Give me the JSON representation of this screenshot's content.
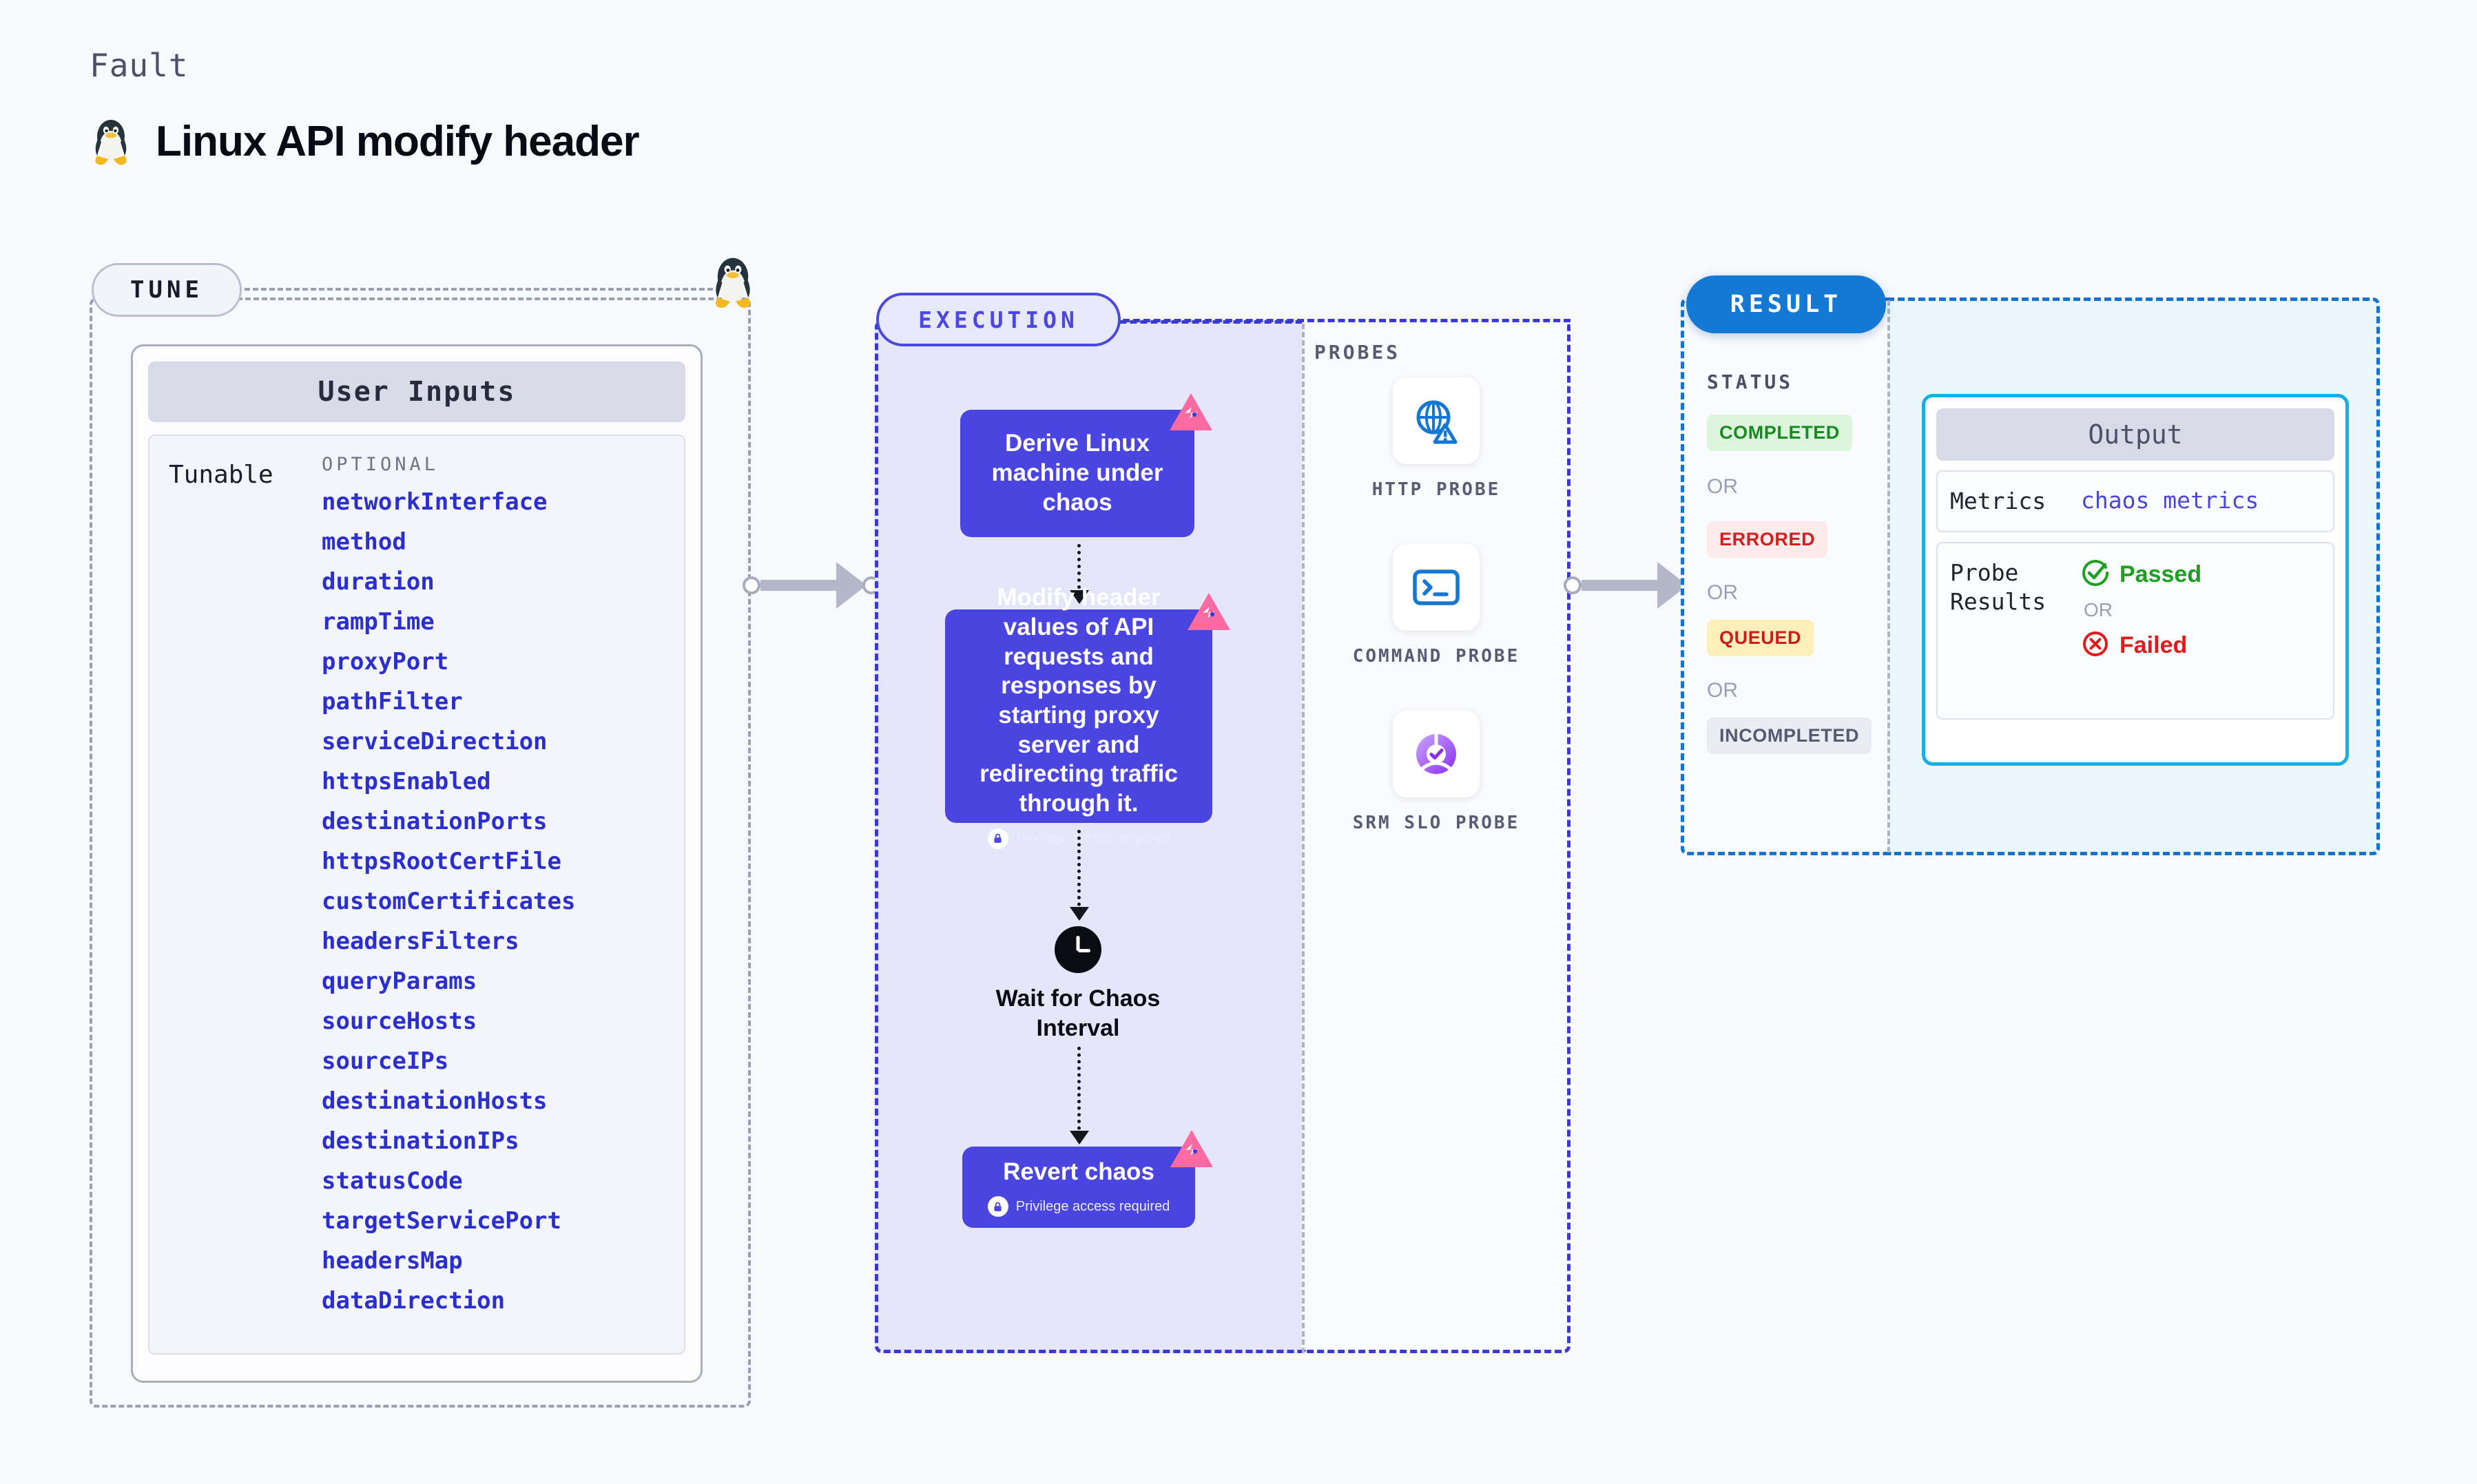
{
  "header": {
    "kicker": "Fault",
    "title": "Linux API modify header",
    "os_icon": "linux-penguin-icon"
  },
  "tune": {
    "pill_label": "TUNE",
    "os_icon": "linux-penguin-icon",
    "card": {
      "title": "User Inputs",
      "group_label": "Tunable",
      "optional_label": "OPTIONAL",
      "params": [
        "networkInterface",
        "method",
        "duration",
        "rampTime",
        "proxyPort",
        "pathFilter",
        "serviceDirection",
        "httpsEnabled",
        "destinationPorts",
        "httpsRootCertFile",
        "customCertificates",
        "headersFilters",
        "queryParams",
        "sourceHosts",
        "sourceIPs",
        "destinationHosts",
        "destinationIPs",
        "statusCode",
        "targetServicePort",
        "headersMap",
        "dataDirection"
      ]
    }
  },
  "execution": {
    "pill_label": "EXECUTION",
    "privilege_note": "Privilege access required",
    "nodes": [
      {
        "id": "derive",
        "title": "Derive Linux machine under chaos",
        "privileged": false,
        "badge": "chaos-badge-icon"
      },
      {
        "id": "modify",
        "title": "Modify header values of API requests and responses by starting proxy server and redirecting traffic through it.",
        "privileged": true,
        "badge": "chaos-badge-icon"
      },
      {
        "id": "revert",
        "title": "Revert chaos",
        "privileged": true,
        "badge": "chaos-badge-icon"
      }
    ],
    "wait": {
      "label": "Wait for Chaos Interval",
      "icon": "clock-icon"
    }
  },
  "probes": {
    "section_label": "PROBES",
    "items": [
      {
        "name": "HTTP PROBE",
        "icon": "globe-warning-icon"
      },
      {
        "name": "COMMAND PROBE",
        "icon": "terminal-icon"
      },
      {
        "name": "SRM SLO PROBE",
        "icon": "slo-donut-check-icon"
      }
    ]
  },
  "result": {
    "pill_label": "RESULT",
    "status_label": "STATUS",
    "or_label": "OR",
    "statuses": [
      {
        "label": "COMPLETED",
        "bg": "#ddf5dd",
        "fg": "#1a8b22"
      },
      {
        "label": "ERRORED",
        "bg": "#fdeaea",
        "fg": "#d41f1f"
      },
      {
        "label": "QUEUED",
        "bg": "#fdeeba",
        "fg": "#c81e1e"
      },
      {
        "label": "INCOMPLETED",
        "bg": "#e9ecf2",
        "fg": "#555a70"
      }
    ],
    "output": {
      "title": "Output",
      "metrics_key": "Metrics",
      "metrics_value": "chaos metrics",
      "probe_results_key": "Probe Results",
      "passed_label": "Passed",
      "failed_label": "Failed",
      "or_label": "OR",
      "passed_color": "#1aa11f",
      "failed_color": "#e01b1b"
    }
  },
  "colors": {
    "background": "#f8f9fc",
    "node_purple": "#4a45e0",
    "execution_fill": "#e6e6fb",
    "execution_border": "#3b39d6",
    "result_border": "#1671d0",
    "result_fill": "#eaf8fd",
    "output_border": "#17aee6",
    "param_blue": "#2b2fd0",
    "badge_pink": "#fb6aa0"
  }
}
